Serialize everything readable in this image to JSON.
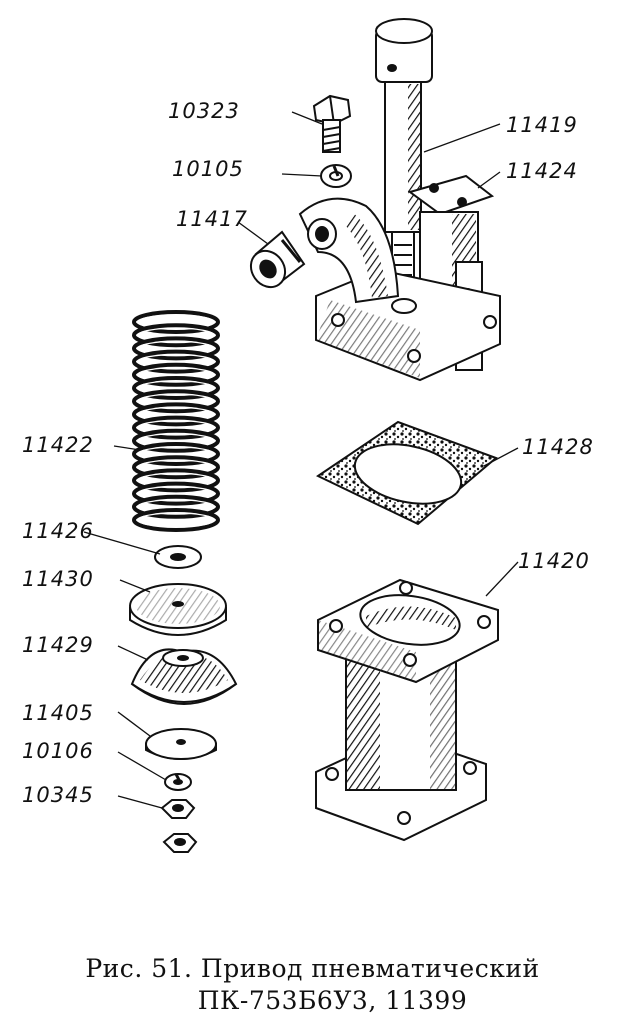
{
  "labels": {
    "p10323": "10323",
    "p11419": "11419",
    "p10105": "10105",
    "p11424": "11424",
    "p11417": "11417",
    "p11422": "11422",
    "p11428": "11428",
    "p11426": "11426",
    "p11430": "11430",
    "p11420": "11420",
    "p11429": "11429",
    "p11405": "11405",
    "p10106": "10106",
    "p10345": "10345"
  },
  "caption": {
    "line1": "Рис. 51. Привод пневматический",
    "line2": "ПК-753Б6У3, 11399"
  },
  "colors": {
    "ink": "#111111",
    "paper": "#ffffff"
  }
}
